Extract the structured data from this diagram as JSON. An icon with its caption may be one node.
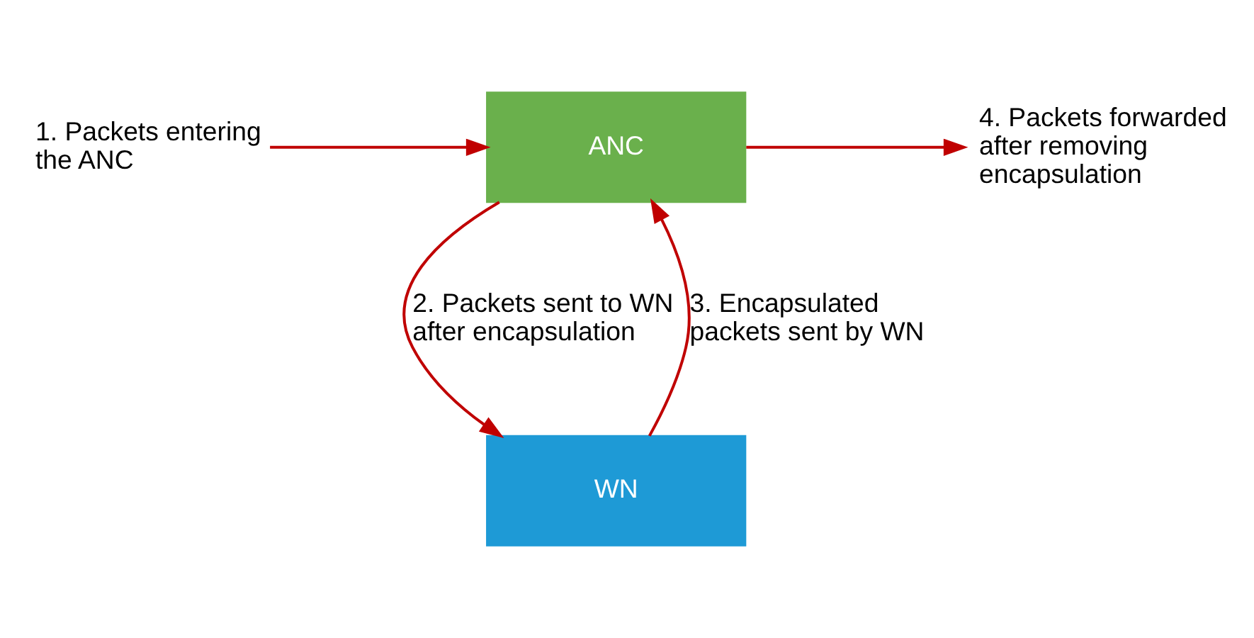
{
  "diagram": {
    "nodes": [
      {
        "text": [
          "1. Packets entering the ANC"
        ]
      },
      {
        "text": [
          "ANC"
        ]
      },
      {
        "text": [
          "4. Packets forwarded after removing encapsulation"
        ]
      },
      {
        "text": [
          "WN"
        ]
      }
    ],
    "edges": [
      {
        "from": 0,
        "to": 1,
        "arrow": "to"
      },
      {
        "from": 1,
        "to": 2,
        "arrow": "to"
      },
      {
        "from": 1,
        "to": 3,
        "arrow": "to",
        "label": "2. Packets sent to WN after encapsulation"
      },
      {
        "from": 3,
        "to": 1,
        "arrow": "to",
        "label": "3. Encapsulated packets sent by WN"
      }
    ]
  }
}
